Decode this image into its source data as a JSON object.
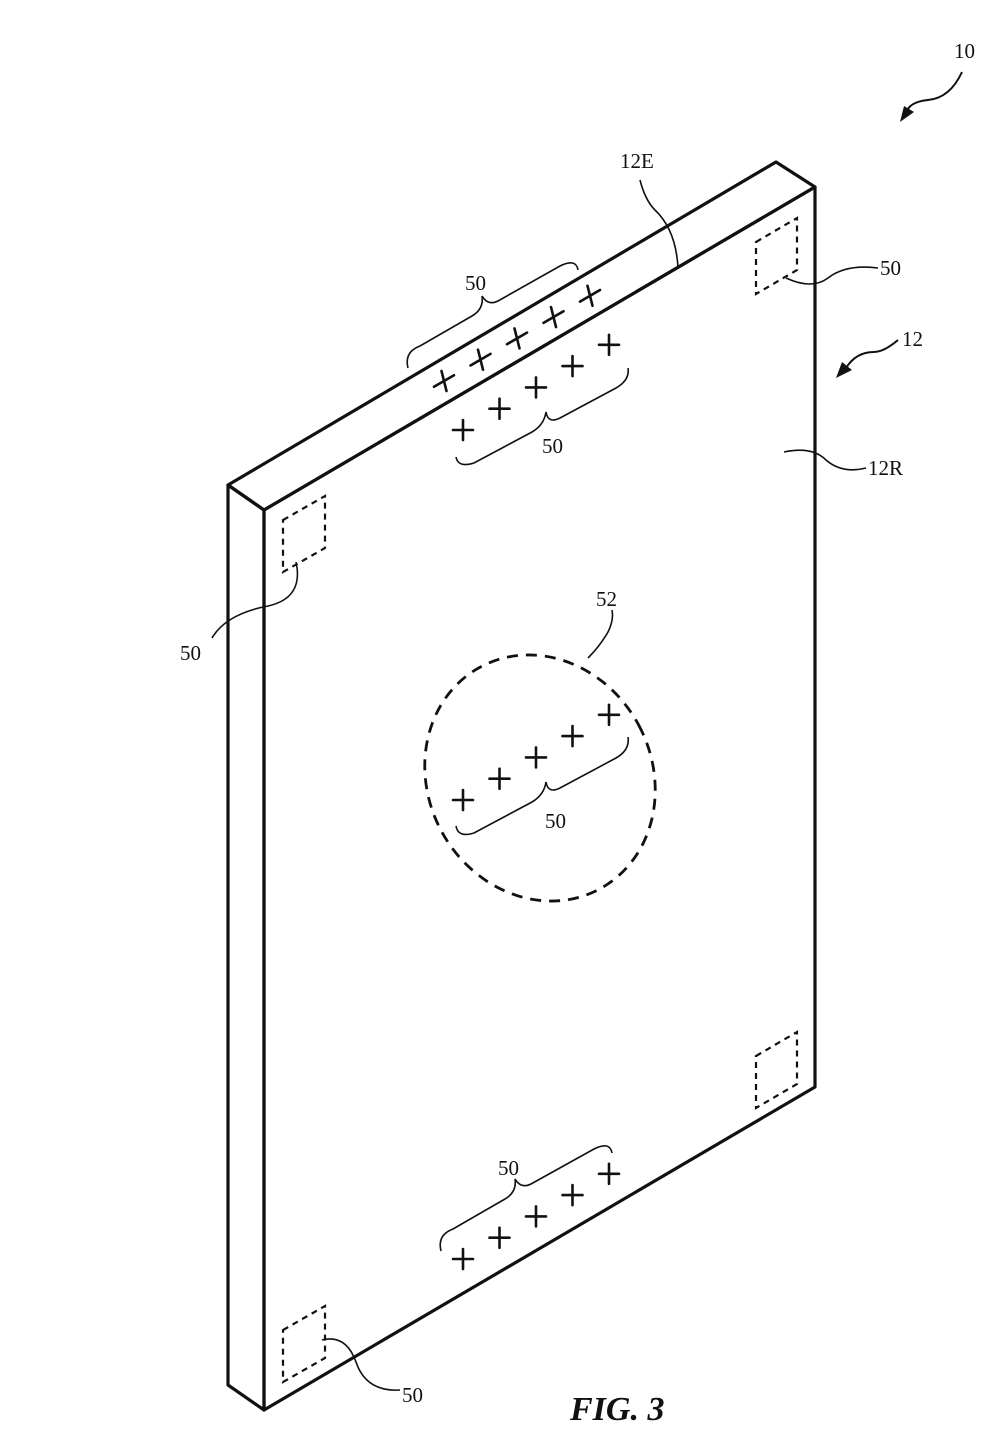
{
  "figure": {
    "caption": "FIG. 3",
    "labels": {
      "device": "10",
      "housing": "12",
      "edge": "12E",
      "rear": "12R",
      "region": "52",
      "sensor_top_edge": "50",
      "sensor_top_rear": "50",
      "sensor_corner_tr": "50",
      "sensor_corner_tl": "50",
      "sensor_center": "50",
      "sensor_bottom": "50",
      "sensor_corner_bl": "50"
    }
  }
}
